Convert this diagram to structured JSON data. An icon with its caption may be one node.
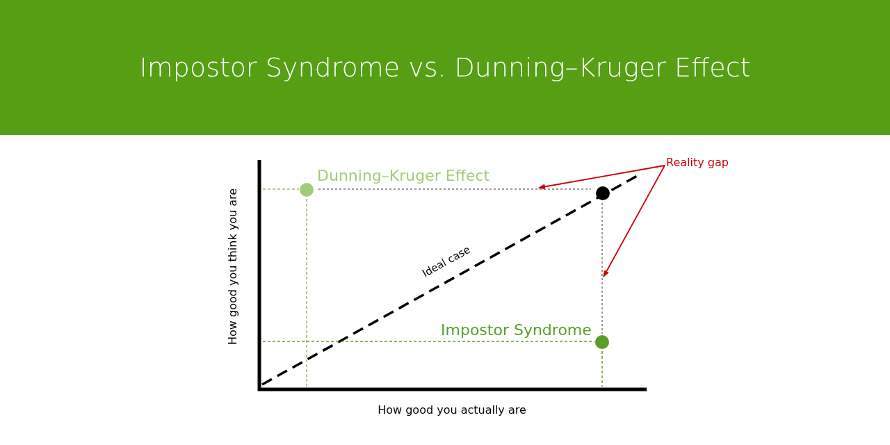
{
  "diagram": {
    "title": "Impostor Syndrome vs. Dunning–Kruger Effect",
    "nodes": [
      {
        "text": [
          "Reality gap"
        ]
      },
      {
        "text": [],
        "shape": "line"
      },
      {
        "text": [],
        "shape": "line"
      }
    ],
    "edges": [
      {
        "from": 0,
        "to": 1,
        "arrow": "to",
        "color": "#cc0000"
      },
      {
        "from": 0,
        "to": 2,
        "arrow": "to",
        "color": "#cc0000"
      }
    ],
    "labels": [
      "Dunning–Kruger Effect",
      "Ideal case",
      "Impostor Syndrome",
      "How good you think you are",
      "How good you actually are"
    ]
  }
}
